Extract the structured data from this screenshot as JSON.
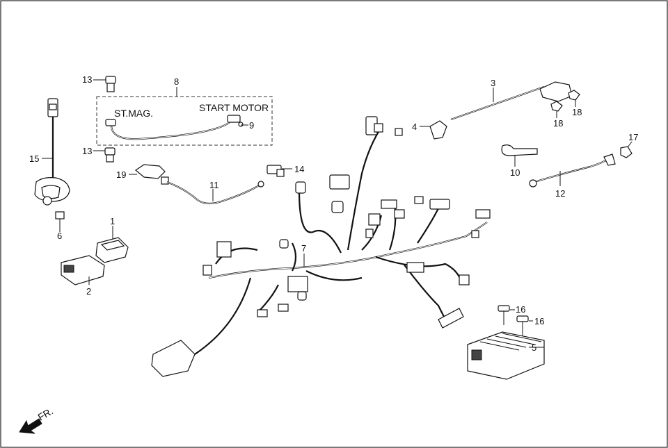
{
  "diagram": {
    "orientation_label": "FR.",
    "group_labels": {
      "start_magnet": "ST.MAG.",
      "start_motor": "START MOTOR"
    },
    "callouts": {
      "c1": "1",
      "c2": "2",
      "c3": "3",
      "c4": "4",
      "c5": "5",
      "c6": "6",
      "c7": "7",
      "c8": "8",
      "c9": "9",
      "c10": "10",
      "c11": "11",
      "c12": "12",
      "c13a": "13",
      "c13b": "13",
      "c14": "14",
      "c15": "15",
      "c16a": "16",
      "c16b": "16",
      "c17": "17",
      "c18a": "18",
      "c18b": "18",
      "c19": "19"
    }
  }
}
